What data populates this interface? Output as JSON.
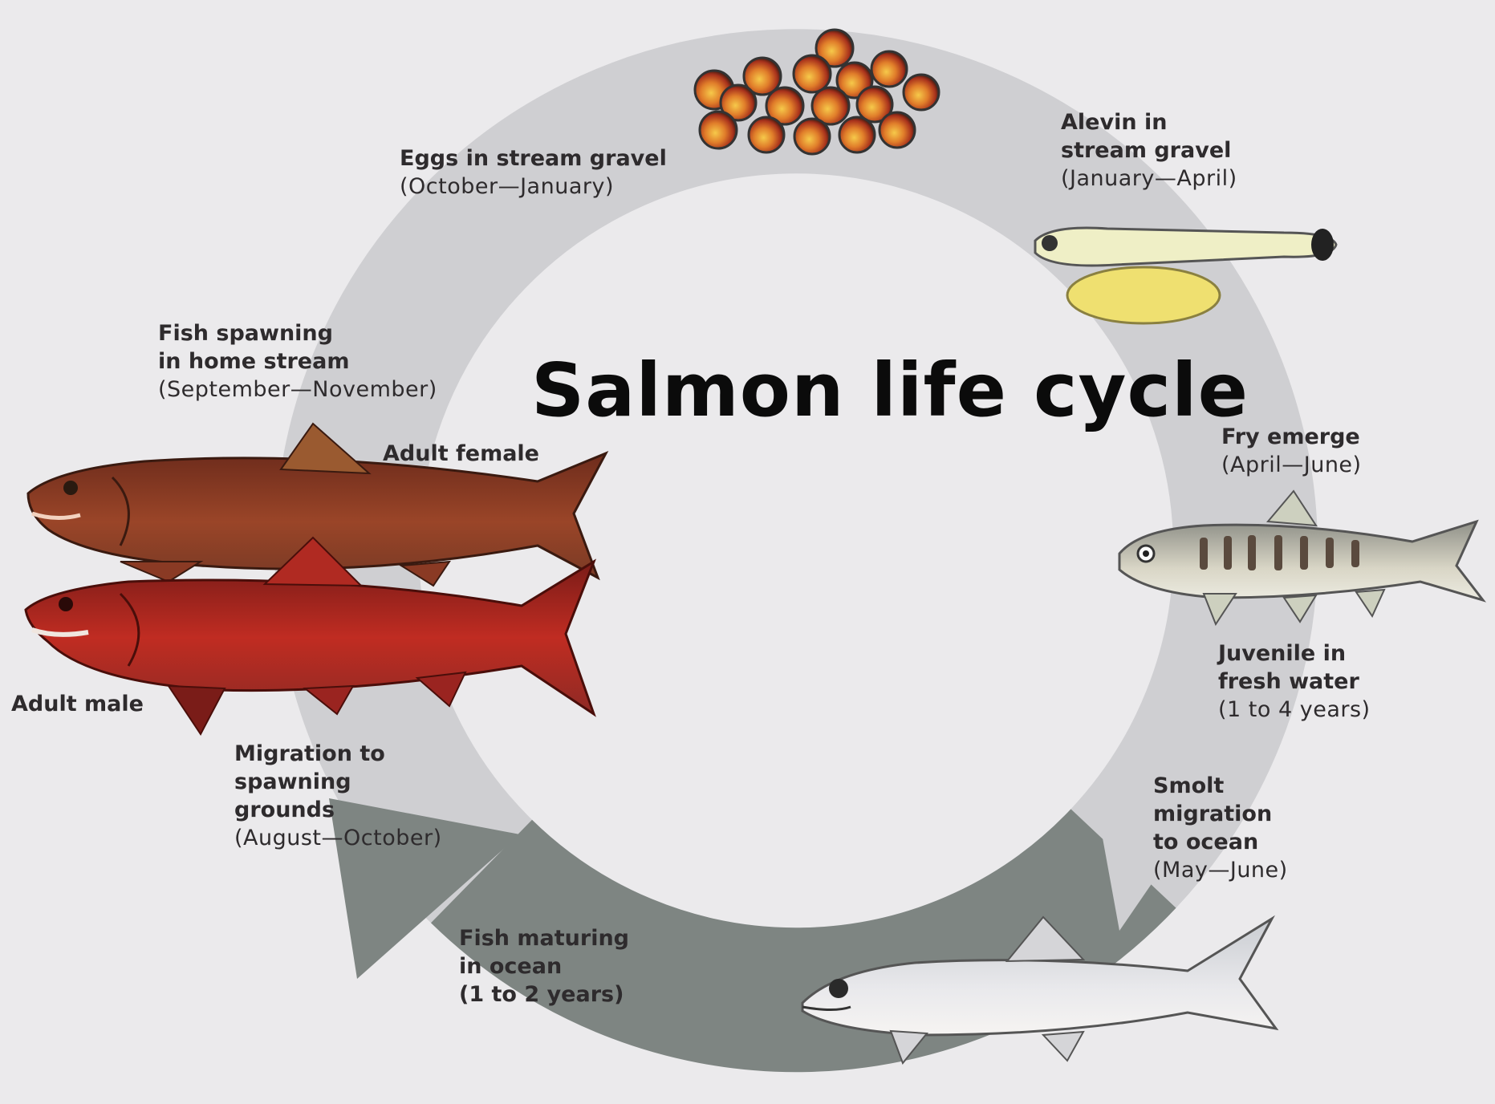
{
  "title": "Salmon life cycle",
  "stages": [
    {
      "id": "eggs",
      "heading": [
        "Eggs in stream gravel"
      ],
      "period": "(October—January)"
    },
    {
      "id": "alevin",
      "heading": [
        "Alevin in",
        "stream gravel"
      ],
      "period": "(January—April)"
    },
    {
      "id": "fry",
      "heading": [
        "Fry emerge"
      ],
      "period": "(April—June)"
    },
    {
      "id": "juvenile",
      "heading": [
        "Juvenile in",
        "fresh water"
      ],
      "period": "(1 to 4 years)"
    },
    {
      "id": "smolt",
      "heading": [
        "Smolt",
        "migration",
        "to ocean"
      ],
      "period": "(May—June)"
    },
    {
      "id": "ocean",
      "heading": [
        "Fish maturing",
        "in ocean"
      ],
      "period": "(1 to 2 years)"
    },
    {
      "id": "migration",
      "heading": [
        "Migration to",
        "spawning",
        "grounds"
      ],
      "period": "(August—October)"
    },
    {
      "id": "spawning",
      "heading": [
        "Fish spawning",
        "in home stream"
      ],
      "period": "(September—November)"
    }
  ],
  "fish_labels": {
    "adult_female": "Adult female",
    "adult_male": "Adult male"
  },
  "colors": {
    "background": "#ebeaec",
    "ring": "#cfcfd2",
    "ring_dark": "#7e8582",
    "male_fish": "#b52a22",
    "female_fish": "#8a3a24",
    "alevin_yolk": "#efe070"
  }
}
